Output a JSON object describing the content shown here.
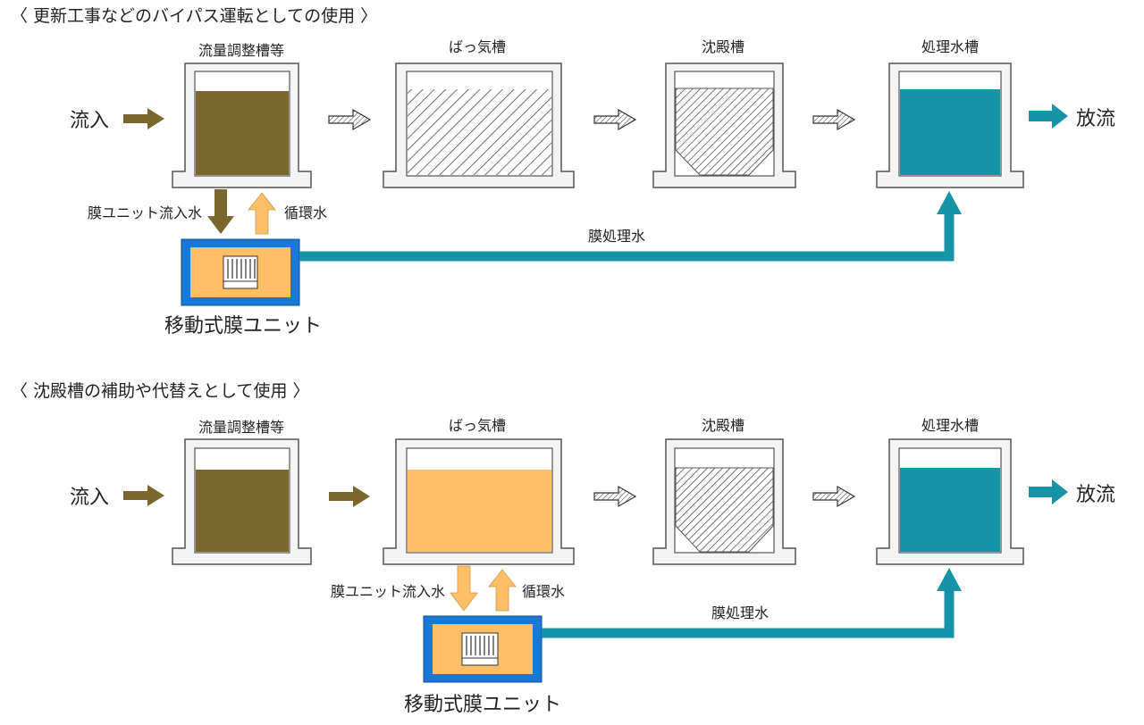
{
  "colors": {
    "sludge": "#7a6730",
    "sludge_arrow": "#7a6730",
    "mixed_liquor": "#ffbf66",
    "treated_water": "#1793a8",
    "membrane_frame": "#1a78d6",
    "tank_wall": "#f4f4f4",
    "tank_outline": "#555555"
  },
  "sections": [
    {
      "heading": "〈 更新工事などのバイパス運転としての使用 〉",
      "tanks": [
        {
          "label": "流量調整槽等",
          "content": "sludge"
        },
        {
          "label": "ばっ気槽",
          "content": "hatched-aeration"
        },
        {
          "label": "沈殿槽",
          "content": "hatched-settling"
        },
        {
          "label": "処理水槽",
          "content": "treated-water"
        }
      ],
      "inflow_label": "流入",
      "outflow_label": "放流",
      "down_flow_label": "膜ユニット流入水",
      "up_flow_label": "循環水",
      "membrane_water_label": "膜処理水",
      "unit_label": "移動式膜ユニット",
      "unit_source_tank": "流量調整槽等"
    },
    {
      "heading": "〈 沈殿槽の補助や代替えとして使用 〉",
      "tanks": [
        {
          "label": "流量調整槽等",
          "content": "sludge"
        },
        {
          "label": "ばっ気槽",
          "content": "mixed-liquor"
        },
        {
          "label": "沈殿槽",
          "content": "hatched-settling"
        },
        {
          "label": "処理水槽",
          "content": "treated-water"
        }
      ],
      "inflow_label": "流入",
      "outflow_label": "放流",
      "down_flow_label": "膜ユニット流入水",
      "up_flow_label": "循環水",
      "membrane_water_label": "膜処理水",
      "unit_label": "移動式膜ユニット",
      "unit_source_tank": "ばっ気槽"
    }
  ]
}
